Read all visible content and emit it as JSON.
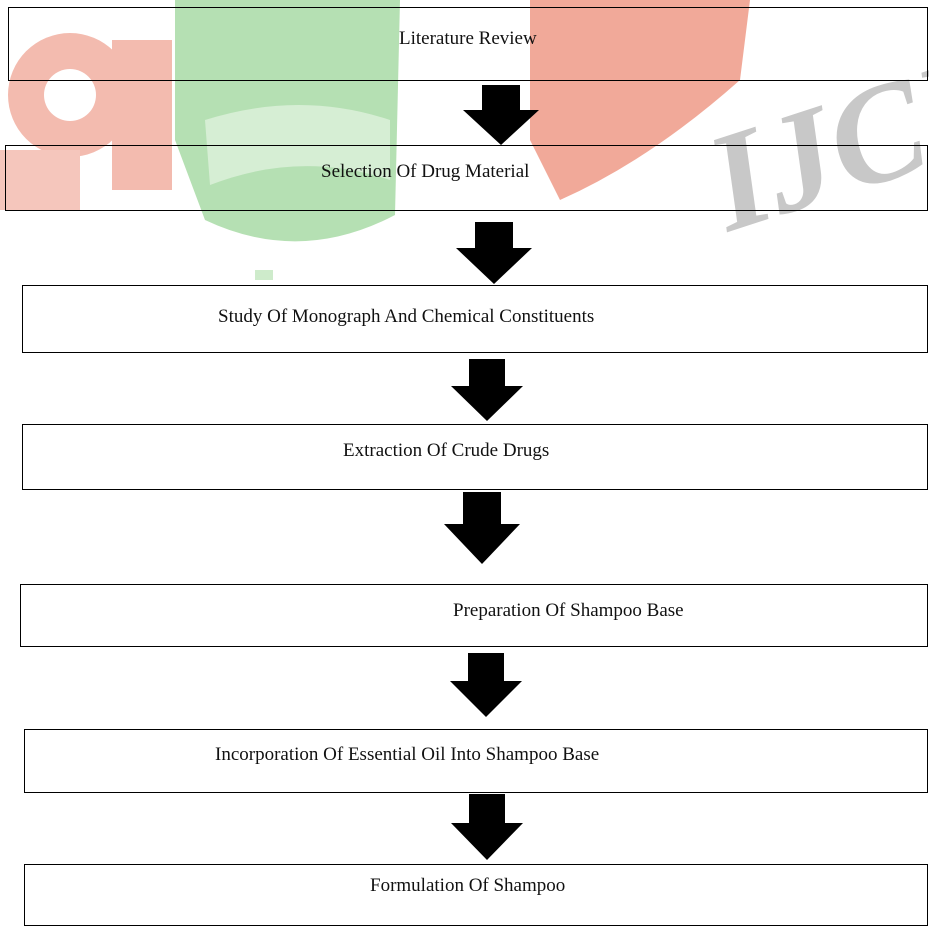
{
  "watermark": {
    "text": "IJCR",
    "colors": {
      "red": "#f2a898",
      "green": "#a7d9a4",
      "gray": "#c4c4c4"
    }
  },
  "flowchart": {
    "steps": [
      "Literature Review",
      "Selection Of Drug Material",
      "Study Of Monograph  And Chemical Constituents",
      "Extraction Of Crude Drugs",
      "Preparation Of Shampoo Base",
      "Incorporation Of Essential Oil Into Shampoo Base",
      "Formulation Of Shampoo"
    ],
    "arrow_icon": "down-arrow-icon",
    "arrow_color": "#000000",
    "border_color": "#000000"
  }
}
